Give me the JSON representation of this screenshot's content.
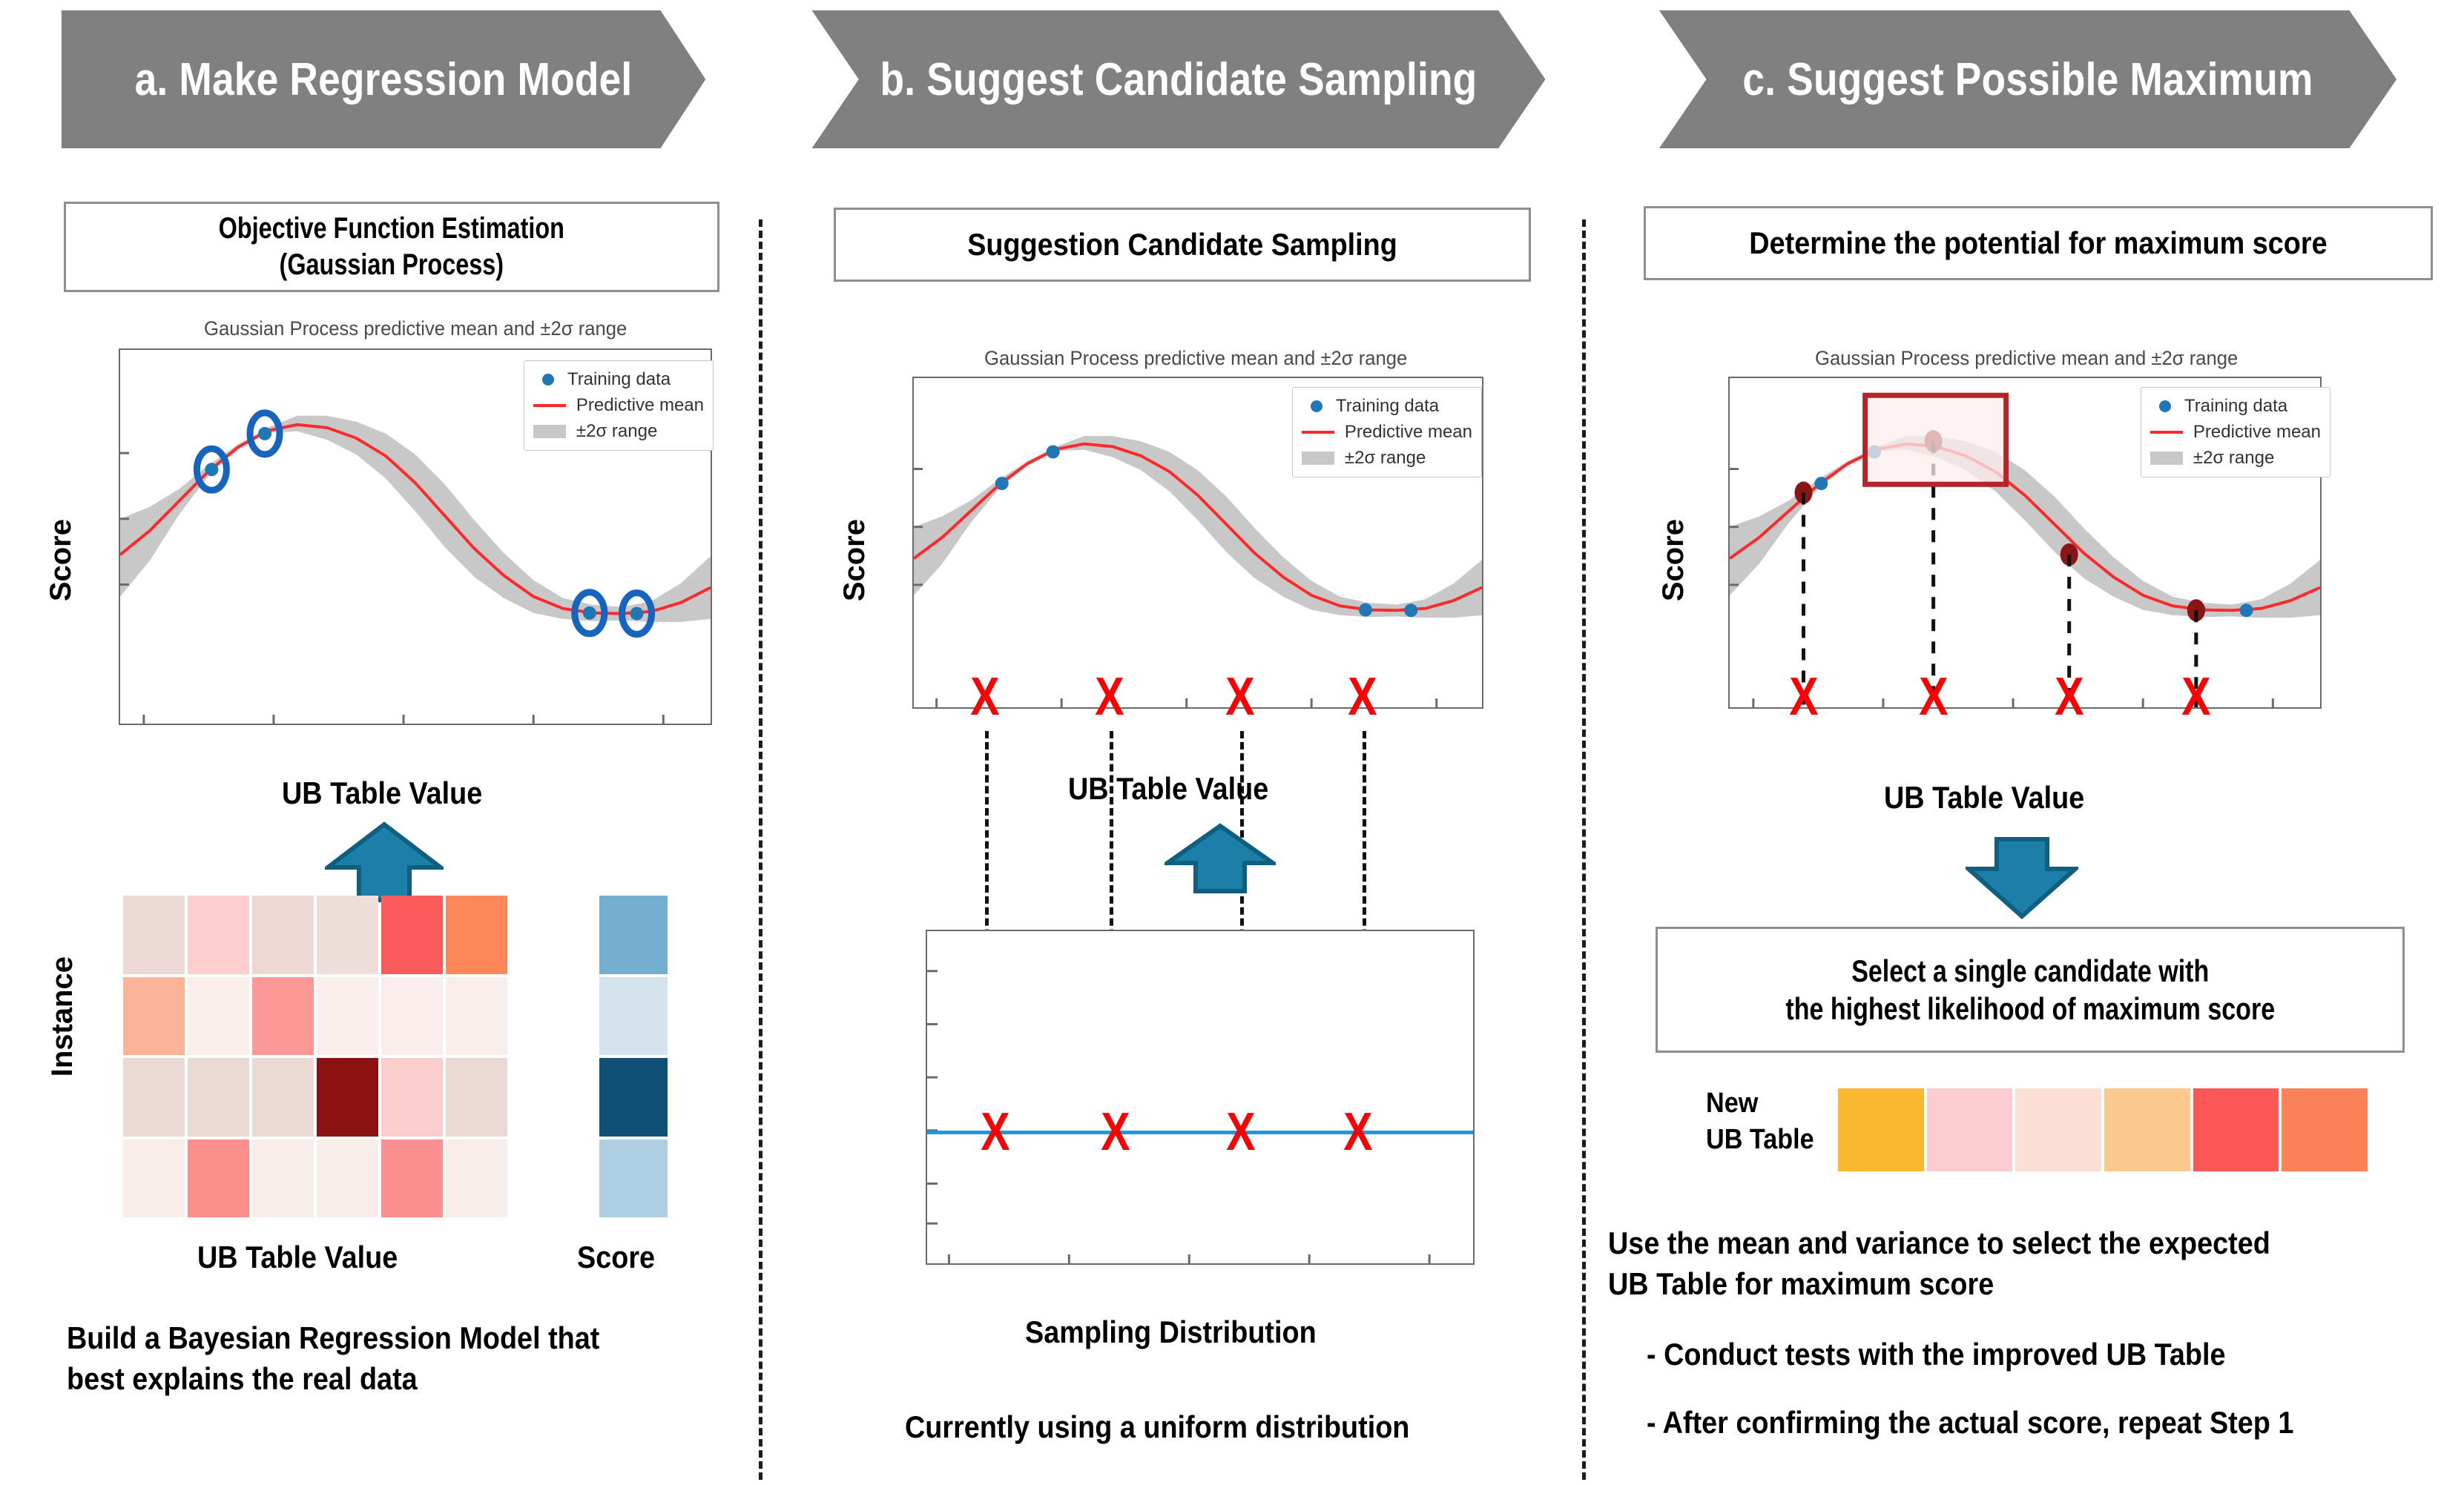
{
  "header": {
    "steps": [
      {
        "label": "a. Make Regression Model"
      },
      {
        "label": "b. Suggest Candidate Sampling"
      },
      {
        "label": "c. Suggest Possible Maximum"
      }
    ],
    "band_color": "#808080",
    "text_color": "#ffffff"
  },
  "panel_a": {
    "title_line1": "Objective Function Estimation",
    "title_line2": "(Gaussian Process)",
    "chart_title": "Gaussian Process predictive mean and ±2σ range",
    "y_axis_label": "Score",
    "arrow_label": "UB Table Value",
    "heatmap_x_label": "UB Table Value",
    "heatmap_y_label": "Instance",
    "score_label": "Score",
    "caption_line1": "Build a Bayesian Regression Model that",
    "caption_line2": "best explains the real data"
  },
  "panel_b": {
    "title": "Suggestion Candidate Sampling",
    "chart_title": "Gaussian Process predictive mean and ±2σ range",
    "y_axis_label": "Score",
    "arrow_label": "UB Table Value",
    "caption_line1": "Sampling Distribution",
    "caption_line2": "Currently using a uniform distribution"
  },
  "panel_c": {
    "title": "Determine the potential for maximum score",
    "chart_title": "Gaussian Process predictive mean and ±2σ range",
    "y_axis_label": "Score",
    "arrow_label": "UB Table Value",
    "select_box_line1": "Select a single candidate with",
    "select_box_line2": "the highest likelihood of maximum score",
    "new_table_label_line1": "New",
    "new_table_label_line2": "UB Table",
    "caption_line1": "Use the mean and variance to select the expected",
    "caption_line2": "UB Table for maximum score",
    "bullet1": "- Conduct tests with the improved UB Table",
    "bullet2": "- After confirming the actual score, repeat Step 1"
  },
  "legend": {
    "training_data": "Training data",
    "predictive_mean": "Predictive mean",
    "sigma_range": "±2σ range"
  },
  "colors": {
    "ribbon_gray": "#808080",
    "arrow_blue": "#1b7fa8",
    "arrow_blue_dark": "#0e5f80",
    "training_dot_blue": "#1f77b4",
    "mean_red": "#fc2a2a",
    "sigma_gray": "#c8c8c8",
    "xmark_red": "#fb0000",
    "candidate_dark_red": "#8b1414",
    "highlight_box_red": "#b52525",
    "uniform_line_blue": "#1f9ad6",
    "divider_black": "#1c1c1c"
  },
  "chart_data": {
    "type": "line",
    "title": "Gaussian Process predictive mean and ±2σ range",
    "xlabel": "UB Table Value",
    "ylabel": "Score",
    "xlim": [
      0,
      1
    ],
    "ylim": [
      0,
      1
    ],
    "grid": false,
    "legend_position": "upper-right",
    "legend_entries": [
      "Training data",
      "Predictive mean",
      "±2σ range"
    ],
    "series": [
      {
        "name": "Predictive mean",
        "type": "line",
        "color": "#fc2a2a",
        "x": [
          0.0,
          0.05,
          0.1,
          0.15,
          0.2,
          0.25,
          0.3,
          0.35,
          0.4,
          0.45,
          0.5,
          0.55,
          0.6,
          0.65,
          0.7,
          0.75,
          0.8,
          0.85,
          0.9,
          0.95,
          1.0
        ],
        "y": [
          0.44,
          0.52,
          0.62,
          0.72,
          0.8,
          0.855,
          0.875,
          0.865,
          0.83,
          0.77,
          0.68,
          0.57,
          0.46,
          0.37,
          0.3,
          0.26,
          0.245,
          0.243,
          0.25,
          0.28,
          0.33
        ]
      },
      {
        "name": "±2σ upper",
        "type": "band-upper",
        "color": "#c8c8c8",
        "x": [
          0.0,
          0.05,
          0.1,
          0.15,
          0.2,
          0.25,
          0.3,
          0.35,
          0.4,
          0.45,
          0.5,
          0.55,
          0.6,
          0.65,
          0.7,
          0.75,
          0.8,
          0.85,
          0.9,
          0.95,
          1.0
        ],
        "y": [
          0.56,
          0.6,
          0.66,
          0.74,
          0.81,
          0.865,
          0.905,
          0.905,
          0.885,
          0.845,
          0.775,
          0.675,
          0.555,
          0.445,
          0.355,
          0.295,
          0.272,
          0.265,
          0.285,
          0.345,
          0.435
        ]
      },
      {
        "name": "±2σ lower",
        "type": "band-lower",
        "color": "#c8c8c8",
        "x": [
          0.0,
          0.05,
          0.1,
          0.15,
          0.2,
          0.25,
          0.3,
          0.35,
          0.4,
          0.45,
          0.5,
          0.55,
          0.6,
          0.65,
          0.7,
          0.75,
          0.8,
          0.85,
          0.9,
          0.95,
          1.0
        ],
        "y": [
          0.3,
          0.42,
          0.575,
          0.705,
          0.793,
          0.848,
          0.853,
          0.825,
          0.775,
          0.695,
          0.585,
          0.465,
          0.365,
          0.295,
          0.245,
          0.225,
          0.218,
          0.22,
          0.215,
          0.215,
          0.225
        ]
      },
      {
        "name": "Training data",
        "type": "scatter",
        "color": "#1f77b4",
        "x": [
          0.155,
          0.245,
          0.795,
          0.875
        ],
        "y": [
          0.725,
          0.845,
          0.245,
          0.243
        ]
      },
      {
        "name": "Sampling candidates",
        "type": "scatter",
        "color": "#8b1414",
        "x": [
          0.125,
          0.345,
          0.575,
          0.79
        ],
        "y": [
          0.69,
          0.885,
          0.455,
          0.243
        ],
        "note": "shown only in panel c; highlighted candidate index 1"
      }
    ],
    "xmark_positions": [
      0.125,
      0.345,
      0.575,
      0.79
    ],
    "highlighted_candidate_index": 1
  },
  "heatmap_a": {
    "type": "heatmap",
    "rows": 4,
    "cols": 6,
    "x_label": "UB Table Value",
    "y_label": "Instance",
    "cells": [
      [
        "#ecd8d4",
        "#fccecd",
        "#eed8d3",
        "#eeded9",
        "#fc5b5b",
        "#fc8758"
      ],
      [
        "#fcb498",
        "#f9eeea",
        "#fc9895",
        "#faeeeb",
        "#faedeb",
        "#faeeea"
      ],
      [
        "#ebd9d4",
        "#ebd9d4",
        "#ebd9d4",
        "#8b1210",
        "#fccdcd",
        "#ebd9d4"
      ],
      [
        "#f9edea",
        "#fc8e8c",
        "#f9edea",
        "#f9edea",
        "#fc9090",
        "#f9edea"
      ]
    ]
  },
  "score_column_a": {
    "type": "heatmap",
    "label": "Score",
    "cells": [
      "#74aed0",
      "#d5e3ec",
      "#0f5077",
      "#adcee3"
    ]
  },
  "new_ub_table_c": {
    "type": "heatmap",
    "rows": 1,
    "cols": 6,
    "cells": [
      "#f9b830",
      "#fbcdd2",
      "#fbdfd4",
      "#fbc98e",
      "#fc5757",
      "#fc8258"
    ]
  }
}
